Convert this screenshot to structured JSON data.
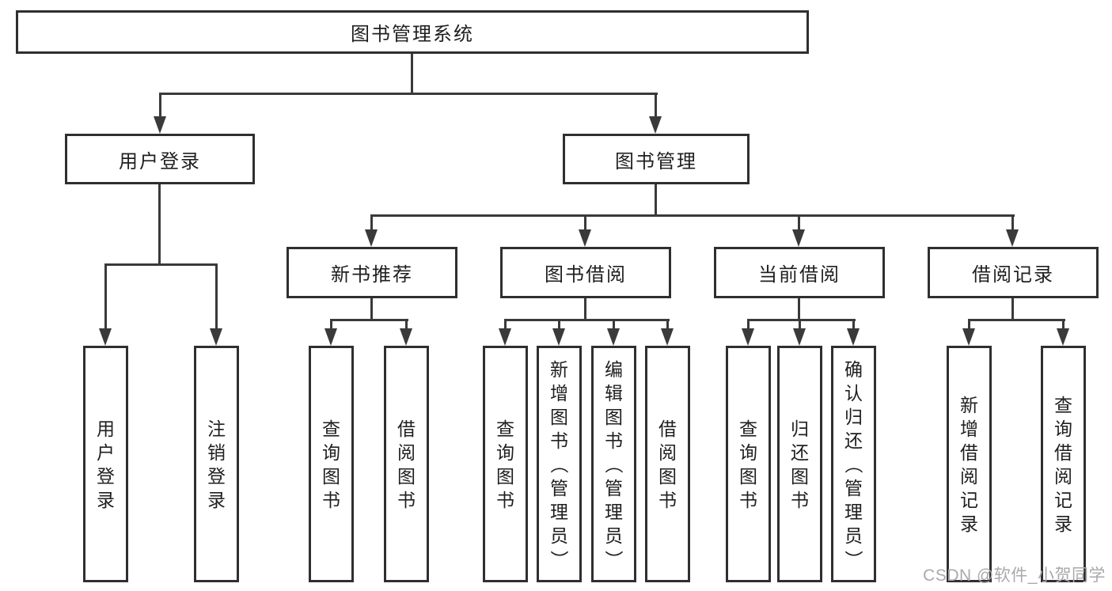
{
  "diagram": {
    "type": "hierarchy",
    "title": "图书管理系统",
    "watermark": "CSDN @软件_小贺同学",
    "colors": {
      "background": "#ffffff",
      "box_border": "#2f2f2f",
      "connector_line": "#3a3a3a",
      "text": "#1f1f1f",
      "watermark_text": "#a9a9a9"
    },
    "nodes": {
      "root": {
        "label": "图书管理系统"
      },
      "user_login": {
        "label": "用户登录"
      },
      "book_mgmt": {
        "label": "图书管理"
      },
      "new_book": {
        "label": "新书推荐"
      },
      "book_borrow": {
        "label": "图书借阅"
      },
      "current_borrow": {
        "label": "当前借阅"
      },
      "borrow_record": {
        "label": "借阅记录"
      },
      "leaf_user_login": {
        "label": "用户登录"
      },
      "leaf_logout": {
        "label": "注销登录"
      },
      "leaf_nb_query": {
        "label": "查询图书"
      },
      "leaf_nb_borrow": {
        "label": "借阅图书"
      },
      "leaf_bb_query": {
        "label": "查询图书"
      },
      "leaf_bb_add": {
        "label": "新增图书（管理员）"
      },
      "leaf_bb_edit": {
        "label": "编辑图书（管理员）"
      },
      "leaf_bb_borrow": {
        "label": "借阅图书"
      },
      "leaf_cb_query": {
        "label": "查询图书"
      },
      "leaf_cb_return": {
        "label": "归还图书"
      },
      "leaf_cb_confirm": {
        "label": "确认归还（管理员）"
      },
      "leaf_br_add": {
        "label": "新增借阅记录"
      },
      "leaf_br_query": {
        "label": "查询借阅记录"
      }
    },
    "edges": [
      [
        "root",
        "user_login"
      ],
      [
        "root",
        "book_mgmt"
      ],
      [
        "user_login",
        "leaf_user_login"
      ],
      [
        "user_login",
        "leaf_logout"
      ],
      [
        "book_mgmt",
        "new_book"
      ],
      [
        "book_mgmt",
        "book_borrow"
      ],
      [
        "book_mgmt",
        "current_borrow"
      ],
      [
        "book_mgmt",
        "borrow_record"
      ],
      [
        "new_book",
        "leaf_nb_query"
      ],
      [
        "new_book",
        "leaf_nb_borrow"
      ],
      [
        "book_borrow",
        "leaf_bb_query"
      ],
      [
        "book_borrow",
        "leaf_bb_add"
      ],
      [
        "book_borrow",
        "leaf_bb_edit"
      ],
      [
        "book_borrow",
        "leaf_bb_borrow"
      ],
      [
        "current_borrow",
        "leaf_cb_query"
      ],
      [
        "current_borrow",
        "leaf_cb_return"
      ],
      [
        "current_borrow",
        "leaf_cb_confirm"
      ],
      [
        "borrow_record",
        "leaf_br_add"
      ],
      [
        "borrow_record",
        "leaf_br_query"
      ]
    ]
  }
}
